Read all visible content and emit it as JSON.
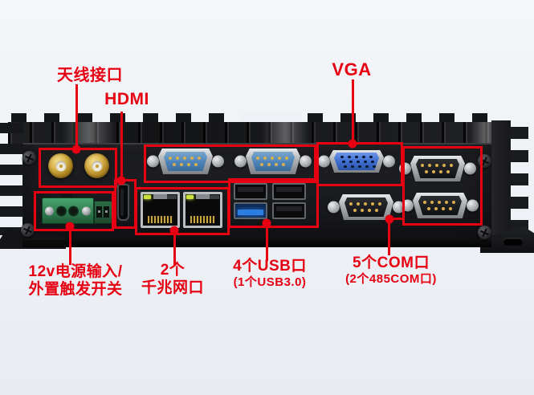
{
  "annotations": {
    "antenna": {
      "label": "天线接口"
    },
    "hdmi": {
      "label": "HDMI"
    },
    "vga": {
      "label": "VGA"
    },
    "power": {
      "line1": "12v电源输入/",
      "line2": "外置触发开关"
    },
    "lan": {
      "line1": "2个",
      "line2": "千兆网口"
    },
    "usb": {
      "line1": "4个USB口",
      "line2": "(1个USB3.0)"
    },
    "com": {
      "line1": "5个COM口",
      "line2": "(2个485COM口)"
    }
  },
  "colors": {
    "annotation_red": "#e60012",
    "usb3_blue": "#2b7de0",
    "serial_port_blue": "#4d83b8",
    "vga_blue": "#3f6fd1",
    "power_terminal_green": "#2f7a4e",
    "antenna_gold": "#d9b44a"
  }
}
